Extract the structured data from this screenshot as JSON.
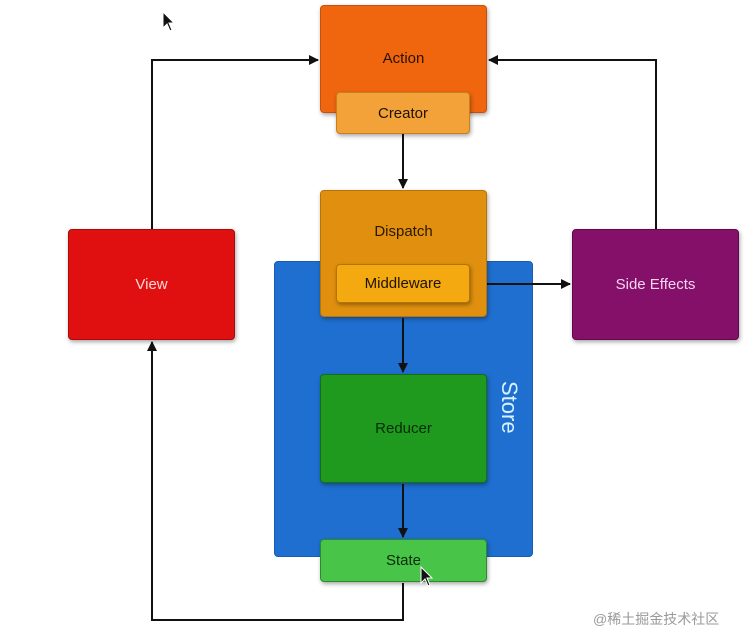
{
  "nodes": {
    "action": "Action",
    "creator": "Creator",
    "dispatch": "Dispatch",
    "middleware": "Middleware",
    "reducer": "Reducer",
    "state": "State",
    "view": "View",
    "side_effects": "Side Effects",
    "store": "Store"
  },
  "watermark": "@稀土掘金技术社区",
  "colors": {
    "action": "#f0660e",
    "creator": "#f3a23a",
    "dispatch": "#e0900e",
    "middleware": "#f3a90f",
    "store": "#1f6fd0",
    "reducer": "#1f9a1f",
    "state": "#48c448",
    "view": "#e01010",
    "side_effects": "#85106a",
    "arrow": "#111111"
  },
  "icons": [
    "mouse-pointer-icon",
    "mouse-pointer-icon"
  ]
}
